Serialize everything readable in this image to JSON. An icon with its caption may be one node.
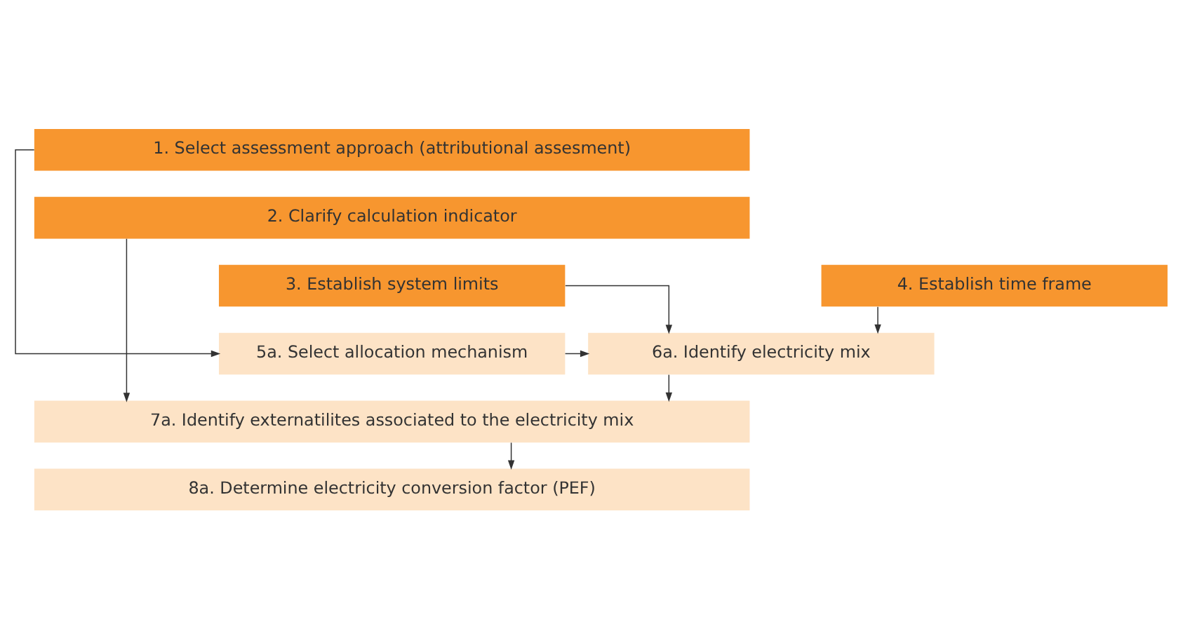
{
  "diagram": {
    "nodes": [
      {
        "text": [
          "1. Select assessment approach (attributional assesment)"
        ]
      },
      {
        "text": [
          "2. Clarify calculation indicator"
        ]
      },
      {
        "text": [
          "3. Establish system limits"
        ]
      },
      {
        "text": [
          "4. Establish time frame"
        ]
      },
      {
        "text": [
          "5a. Select allocation mechanism"
        ]
      },
      {
        "text": [
          "6a. Identify electricity mix"
        ]
      },
      {
        "text": [
          "7a. Identify externatilites associated to the electricity mix"
        ]
      },
      {
        "text": [
          "8a. Determine electricity conversion factor (PEF)"
        ]
      }
    ],
    "edges": [
      {
        "from": 0,
        "to": 4,
        "arrow": "to"
      },
      {
        "from": 1,
        "to": 6,
        "arrow": "to"
      },
      {
        "from": 2,
        "to": 5,
        "arrow": "to"
      },
      {
        "from": 3,
        "to": 5,
        "arrow": "to"
      },
      {
        "from": 4,
        "to": 5,
        "arrow": "to"
      },
      {
        "from": 5,
        "to": 6,
        "arrow": "to"
      },
      {
        "from": 6,
        "to": 7,
        "arrow": "to"
      }
    ]
  }
}
